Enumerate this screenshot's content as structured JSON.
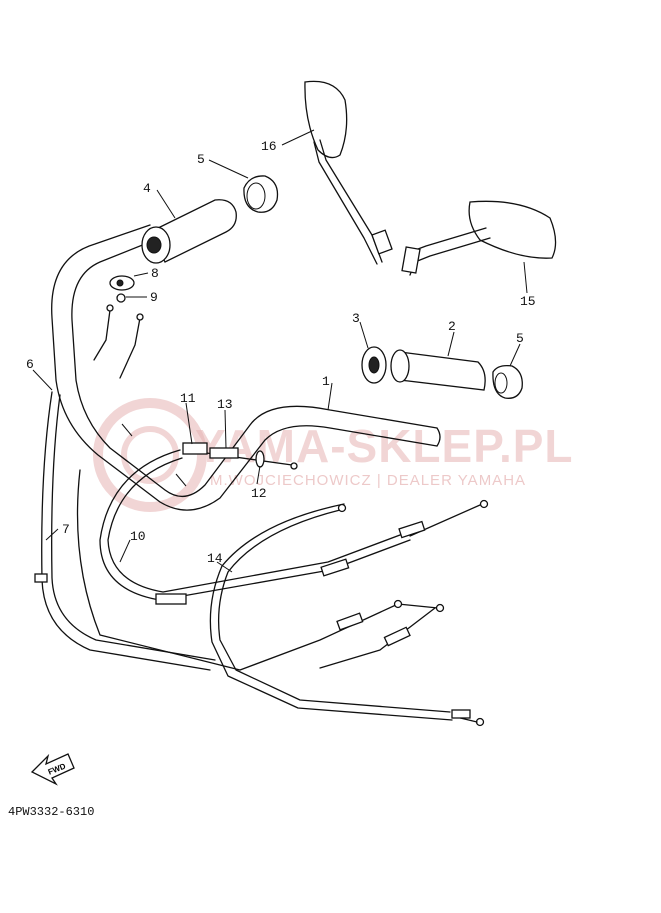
{
  "diagram": {
    "code": "4PW3332-6310",
    "fwd_label": "FWD",
    "watermark": {
      "line1": "YAMA-SKLEP.PL",
      "line2": "M.WOJCIECHOWICZ | DEALER YAMAHA"
    },
    "callouts": {
      "c1": "1",
      "c2": "2",
      "c3": "3",
      "c4": "4",
      "c5a": "5",
      "c5b": "5",
      "c6": "6",
      "c7": "7",
      "c8": "8",
      "c9": "9",
      "c10": "10",
      "c11": "11",
      "c12": "12",
      "c13": "13",
      "c14": "14",
      "c15": "15",
      "c16": "16"
    }
  }
}
